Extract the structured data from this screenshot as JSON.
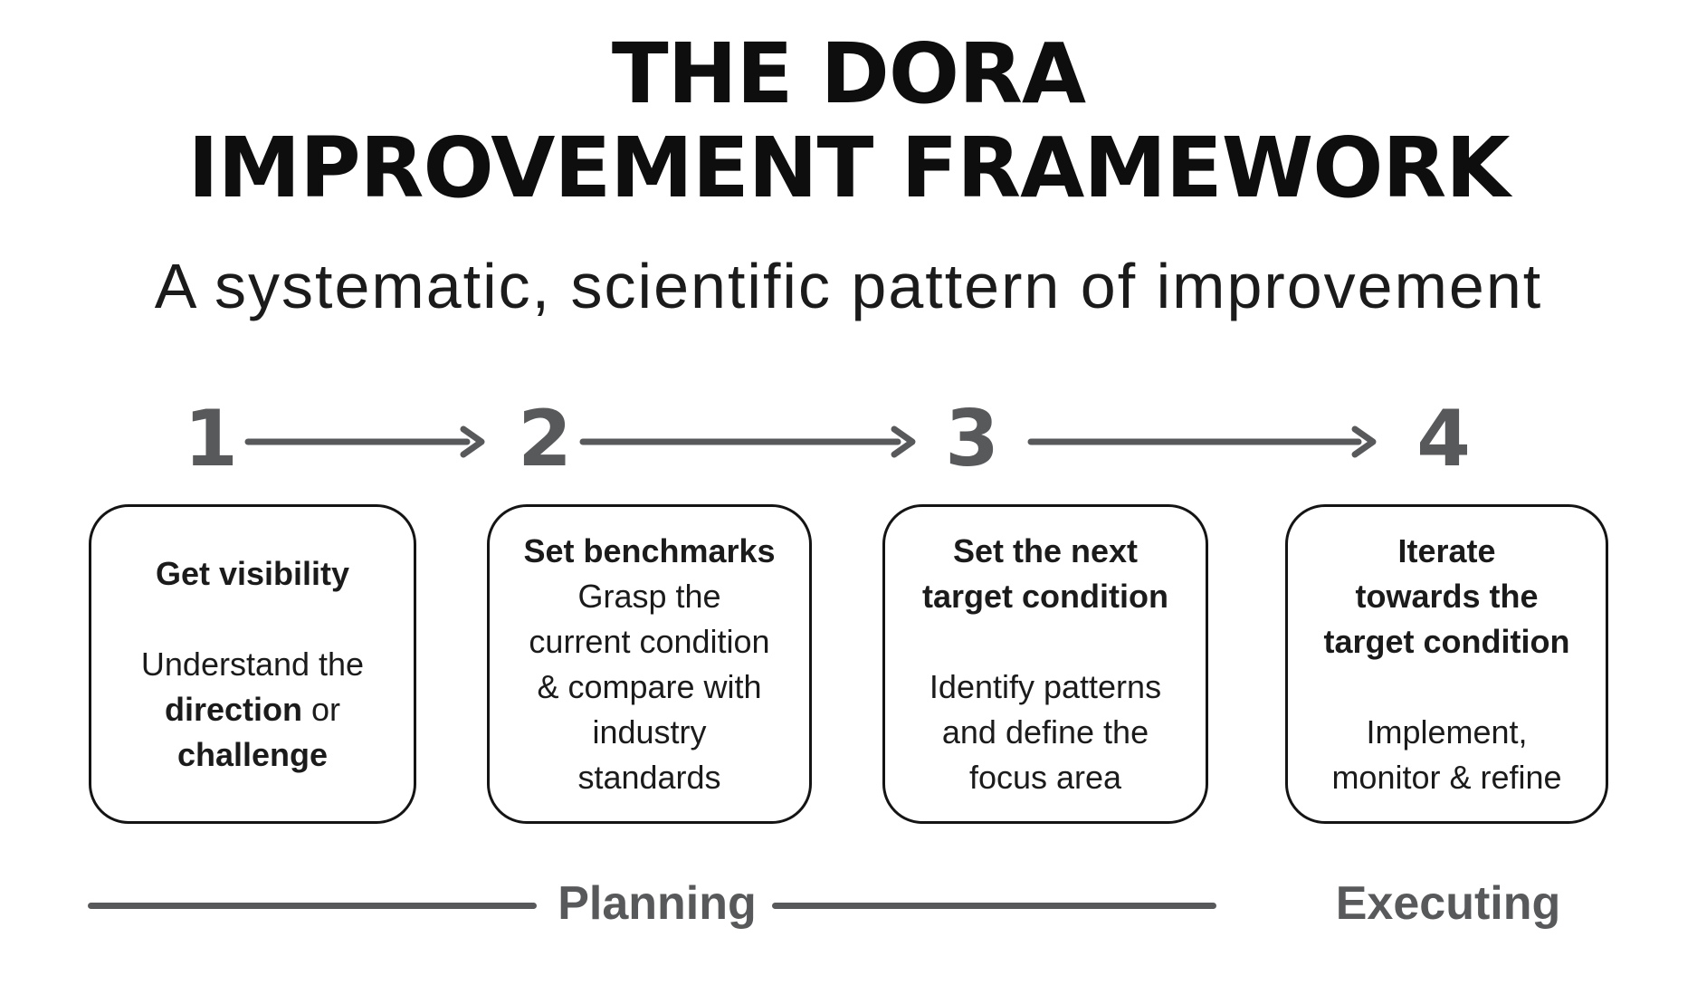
{
  "title": "THE DORA\nIMPROVEMENT FRAMEWORK",
  "subtitle": "A systematic, scientific pattern of improvement",
  "steps": [
    {
      "number": "1",
      "title": "Get visibility",
      "body": [
        {
          "t": "Understand the\n"
        },
        {
          "t": "direction",
          "b": true
        },
        {
          "t": " or\n"
        },
        {
          "t": "challenge",
          "b": true
        }
      ]
    },
    {
      "number": "2",
      "title": "Set benchmarks",
      "body": [
        {
          "t": "Grasp the\ncurrent condition\n& compare with\nindustry\nstandards"
        }
      ]
    },
    {
      "number": "3",
      "title": "Set the next\ntarget condition",
      "body": [
        {
          "t": "Identify patterns\nand define the\nfocus area"
        }
      ]
    },
    {
      "number": "4",
      "title": "Iterate\ntowards the\ntarget condition",
      "body": [
        {
          "t": "Implement,\nmonitor & refine"
        }
      ]
    }
  ],
  "phases": [
    {
      "label": "Planning"
    },
    {
      "label": "Executing"
    }
  ],
  "colors": {
    "background": "#ffffff",
    "title_text": "#0e0e0e",
    "body_text": "#1b1b1b",
    "box_border": "#141414",
    "gray": "#58595b"
  }
}
